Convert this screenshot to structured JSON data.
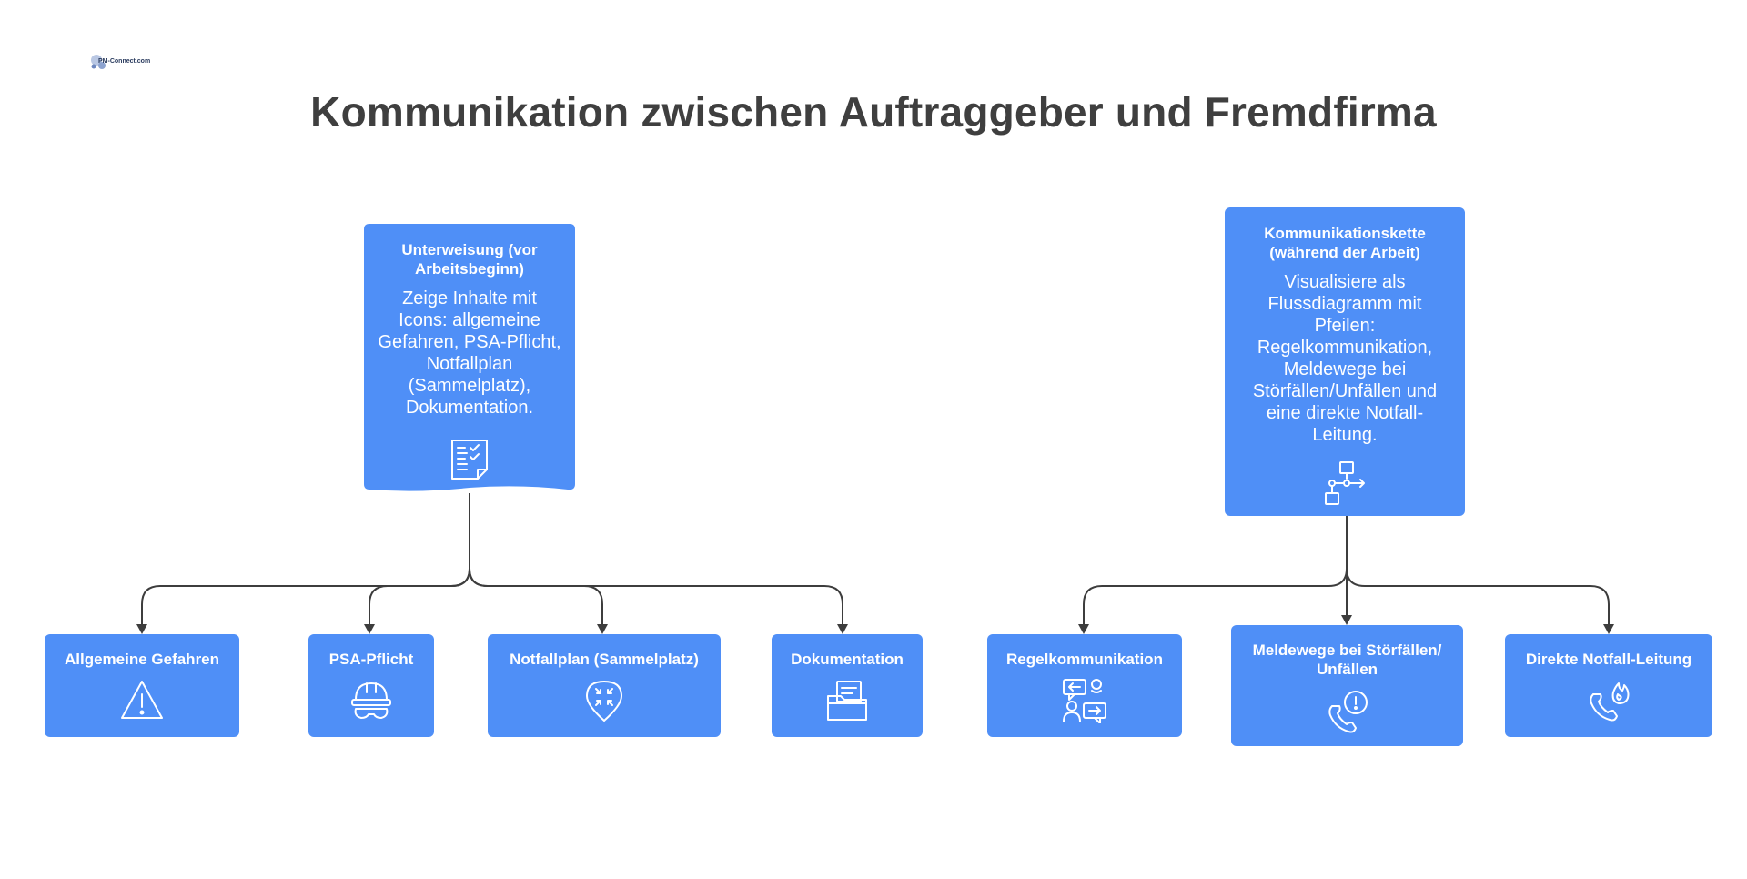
{
  "header": {
    "logo_text": "PM-Connect.com",
    "title": "Kommunikation zwischen Auftraggeber und Fremdfirma"
  },
  "left": {
    "parent": {
      "title": "Unterweisung (vor Arbeitsbeginn)",
      "body": "Zeige Inhalte mit Icons: allgemeine Gefahren, PSA-Pflicht, Notfallplan (Sammelplatz), Dokumentation.",
      "icon": "document-checklist-icon"
    },
    "children": [
      {
        "label": "Allgemeine Gefahren",
        "icon": "warning-triangle-icon"
      },
      {
        "label": "PSA-Pflicht",
        "icon": "hard-hat-goggles-icon"
      },
      {
        "label": "Notfallplan (Sammelplatz)",
        "icon": "assembly-point-pin-icon"
      },
      {
        "label": "Dokumentation",
        "icon": "folder-document-icon"
      }
    ]
  },
  "right": {
    "parent": {
      "title": "Kommunikationskette (während der Arbeit)",
      "body": "Visualisiere als Flussdiagramm mit Pfeilen: Regelkommunikation, Meldewege bei Störfällen/Unfällen und eine direkte Notfall-Leitung.",
      "icon": "flowchart-icon"
    },
    "children": [
      {
        "label": "Regelkommunikation",
        "icon": "people-chat-icon"
      },
      {
        "label": "Meldewege bei Störfällen/ Unfällen",
        "icon": "phone-alert-icon"
      },
      {
        "label": "Direkte Notfall-Leitung",
        "icon": "phone-fire-icon"
      }
    ]
  },
  "colors": {
    "box": "#4f8ff7",
    "text_on_box": "#ffffff",
    "title": "#3f3f3f",
    "connector": "#3d3d3d"
  }
}
